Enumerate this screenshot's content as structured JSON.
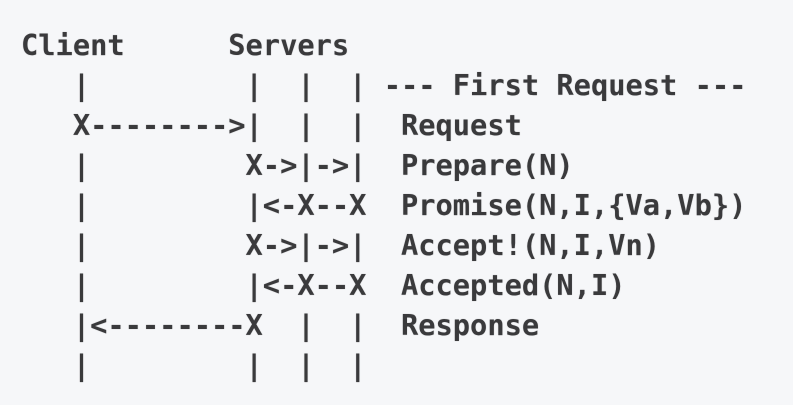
{
  "colors": {
    "background": "#f6f7f9",
    "text": "#3a3a3c"
  },
  "diagram": {
    "actors": [
      "Client",
      "Servers"
    ],
    "phase_label": "--- First Request ---",
    "messages": [
      "Request",
      "Prepare(N)",
      "Promise(N,I,{Va,Vb})",
      "Accept!(N,I,Vn)",
      "Accepted(N,I)",
      "Response"
    ],
    "lines": [
      "Client      Servers",
      "   |         |  |  | --- First Request ---",
      "   X-------->|  |  |  Request",
      "   |         X->|->|  Prepare(N)",
      "   |         |<-X--X  Promise(N,I,{Va,Vb})",
      "   |         X->|->|  Accept!(N,I,Vn)",
      "   |         |<-X--X  Accepted(N,I)",
      "   |<--------X  |  |  Response",
      "   |         |  |  |"
    ]
  }
}
